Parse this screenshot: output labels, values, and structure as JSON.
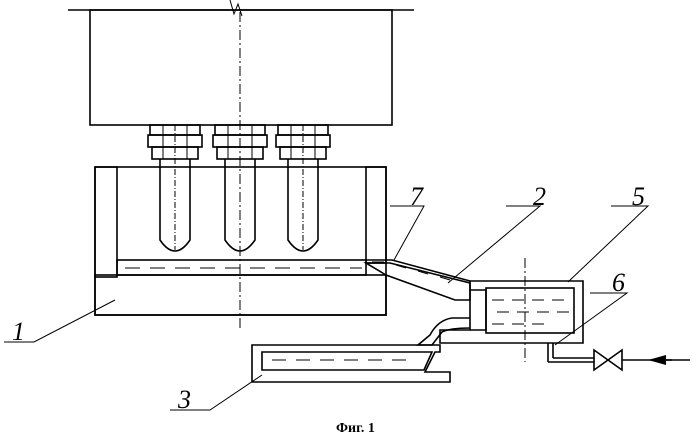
{
  "figure": {
    "caption": "Фиг. 1",
    "callouts": [
      "1",
      "2",
      "3",
      "5",
      "6",
      "7"
    ]
  },
  "colors": {
    "ink": "#000000",
    "paper": "#ffffff"
  },
  "icons": {
    "valve": "valve-icon",
    "flow_arrow": "arrow-left-icon"
  }
}
